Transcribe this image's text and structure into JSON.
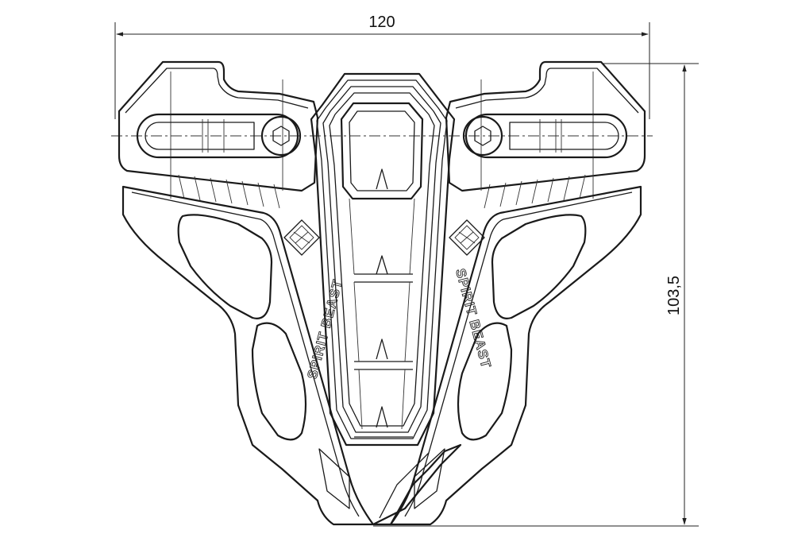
{
  "drawing": {
    "width_dimension": "120",
    "height_dimension": "103,5",
    "logo_text": "SPIRIT BEAST"
  }
}
